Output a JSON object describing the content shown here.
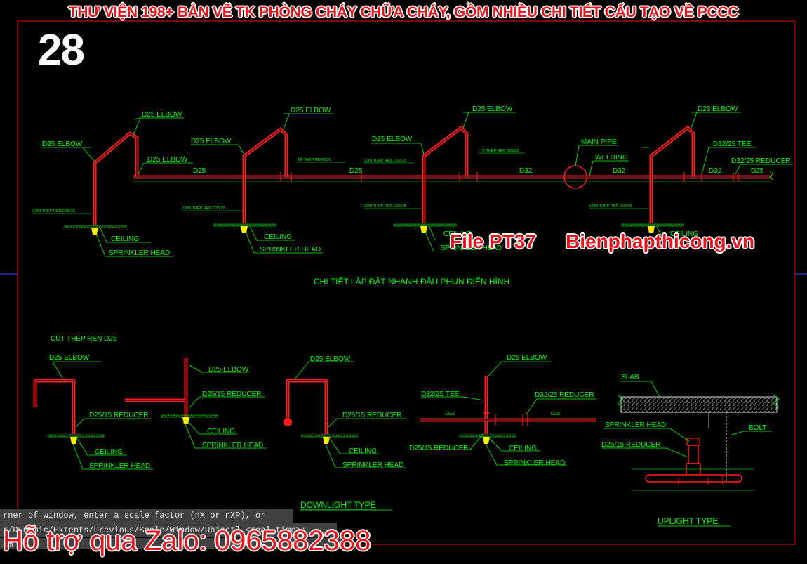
{
  "banner_title": "THƯ VIỆN 198+ BẢN VẼ TK PHÒNG CHÁY CHỮA CHÁY, GỒM NHIỀU CHI TIẾT CẤU TẠO VỀ PCCC",
  "page_number": "28",
  "watermark_file": "File PT37",
  "watermark_site": "Bienphapthicong.vn",
  "support_text": "Hỗ trợ qua Zalo: 0965882388",
  "command_lines": [
    "rner of window, enter a scale factor (nX or nXP), or",
    "r/Dynamic/Extents/Previous/Scale/Window/Object] <real time>:",
    "om"
  ],
  "colors": {
    "line": "#00ff00",
    "pipe": "#ff1e1e",
    "text": "#00ff00",
    "head": "#ffee00",
    "frame": "#cc0000"
  },
  "labels": {
    "d25_elbow": "D25 ELBOW",
    "d25": "D25",
    "d32": "D32",
    "main_pipe": "MAIN PIPE",
    "welding": "WELDING",
    "tee_3225": "D32/25 TEE",
    "reducer_3225": "D32/25 REDUCER",
    "reducer_2515": "D25/15 REDUCER",
    "ceiling": "CEILING",
    "sprinkler_head": "SPRINKLER HEAD",
    "con_thep": "CÔN THÉP REN D25/15",
    "te_thep_d25": "TÊ THÉP REN D25",
    "con_thep_3225": "CÔN THÉP REN D32/25",
    "te_thep_3225": "TÊ THÉP REN D32/25",
    "cut_thep": "CÚT THÉP REN D25",
    "slab": "SLAB",
    "bolt": "BOLT",
    "section_title": "CHI TIẾT LẮP ĐẶT NHANH ĐẦU PHUN ĐIỂN HÌNH",
    "downlight": "DOWNLIGHT TYPE",
    "uplight": "UPLIGHT TYPE"
  }
}
